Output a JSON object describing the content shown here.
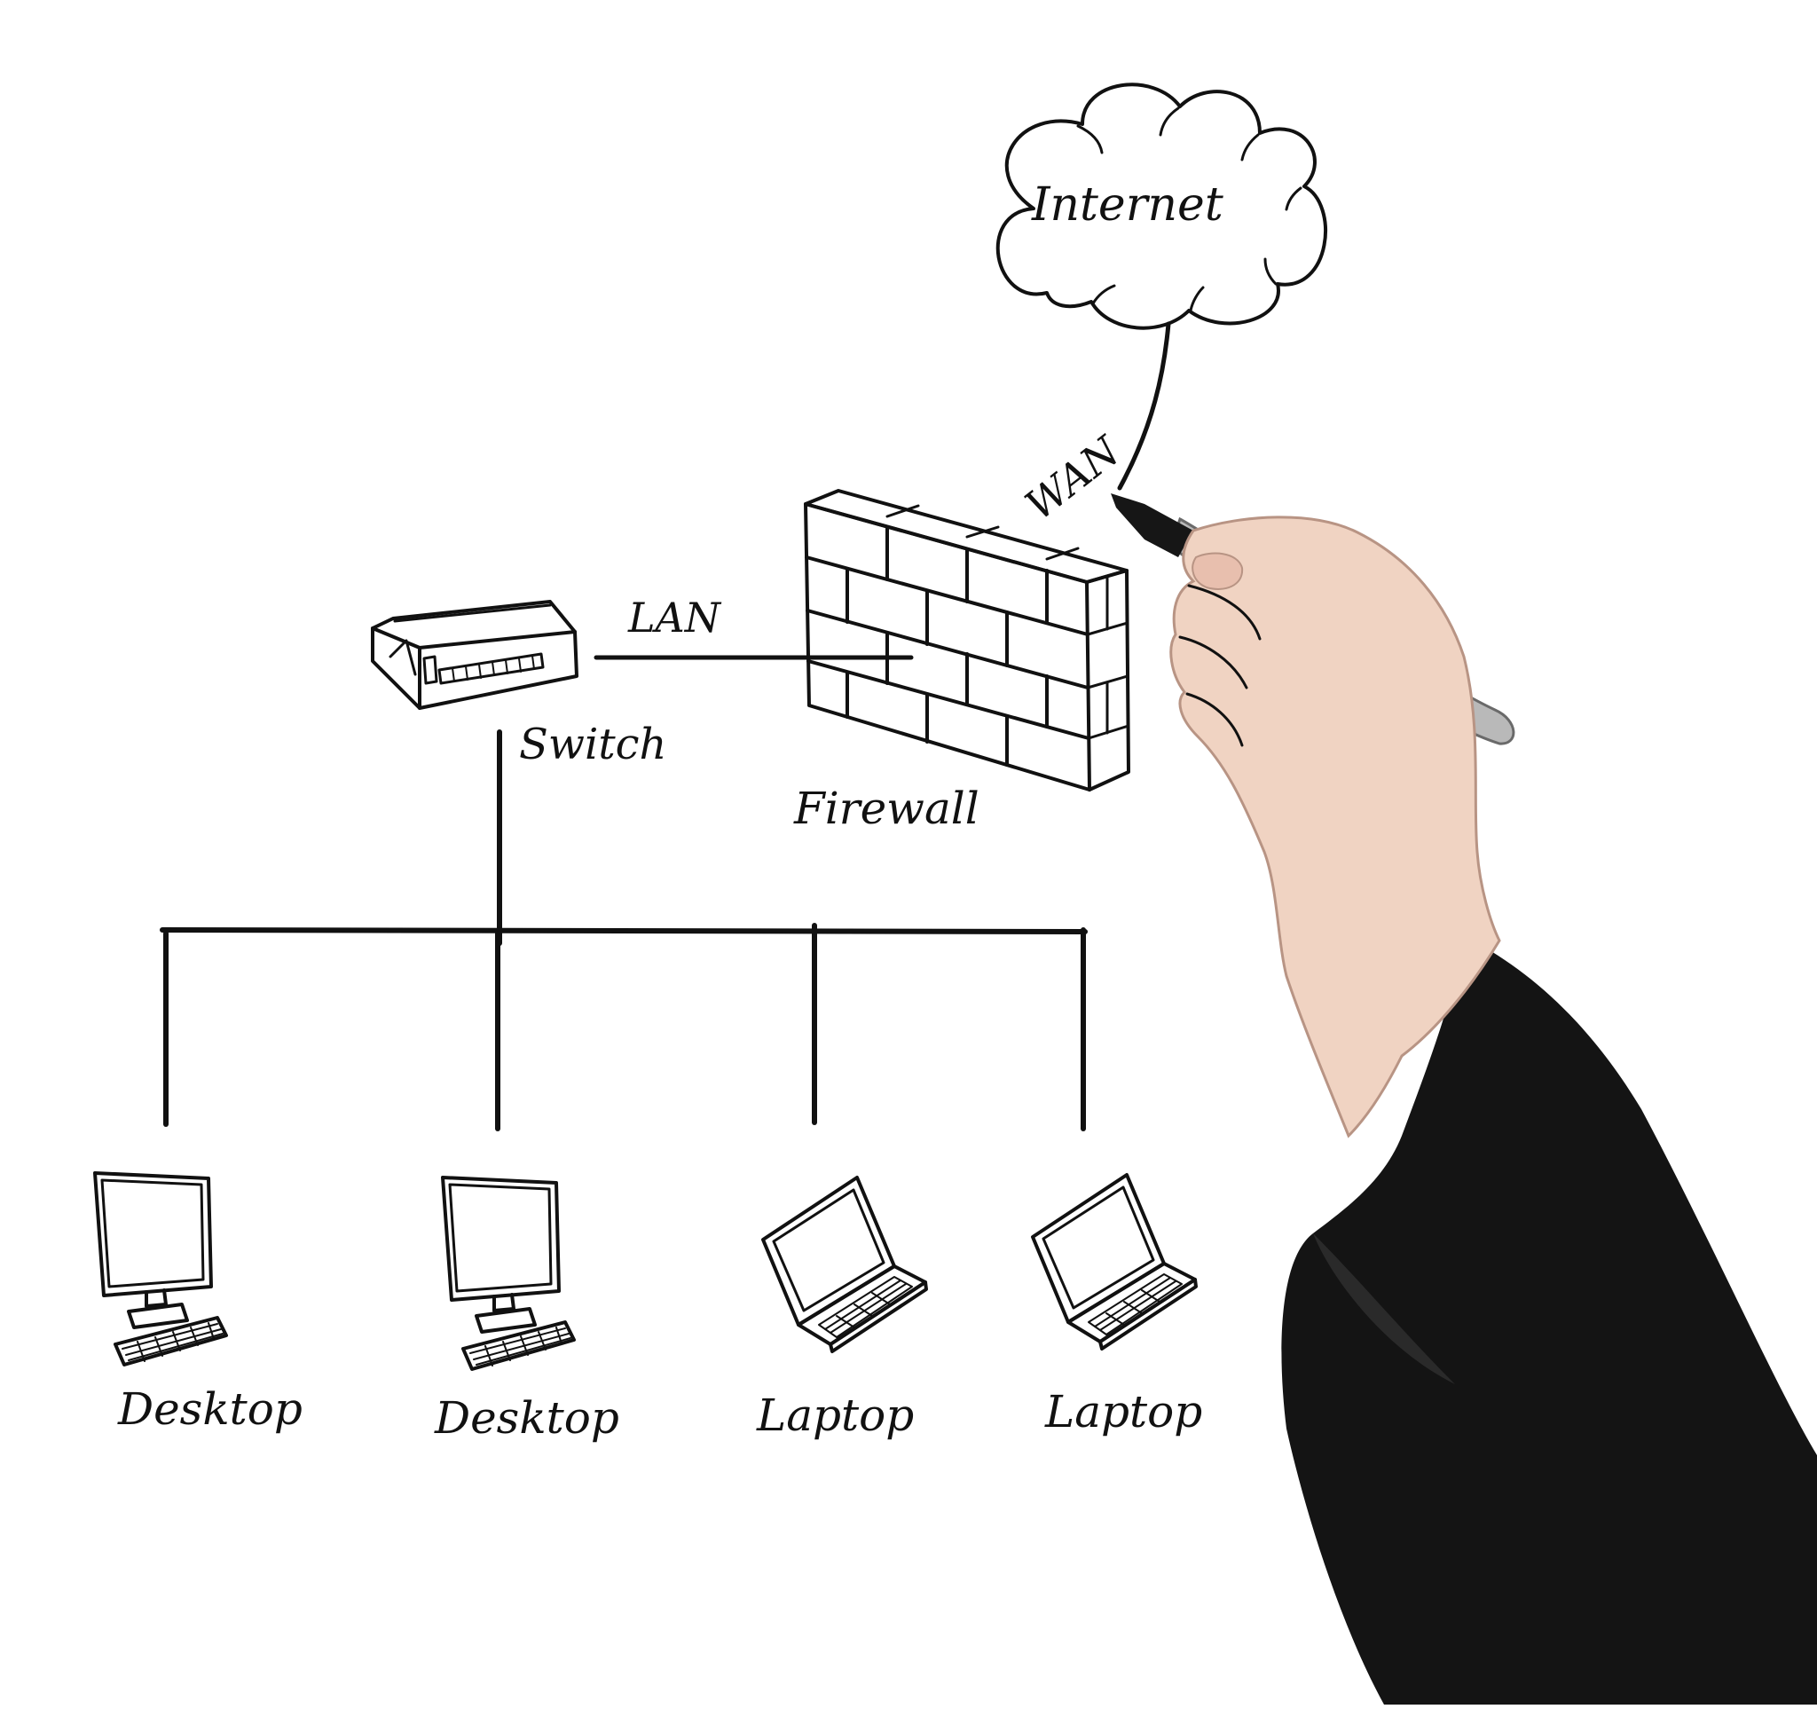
{
  "diagram": {
    "nodes": {
      "internet": "Internet",
      "switch": "Switch",
      "firewall": "Firewall",
      "desktop_1": "Desktop",
      "desktop_2": "Desktop",
      "laptop_1": "Laptop",
      "laptop_2": "Laptop"
    },
    "links": {
      "wan": "WAN",
      "lan": "LAN"
    },
    "edges": [
      [
        "internet",
        "firewall",
        "WAN"
      ],
      [
        "firewall",
        "switch",
        "LAN"
      ],
      [
        "switch",
        "desktop_1"
      ],
      [
        "switch",
        "desktop_2"
      ],
      [
        "switch",
        "laptop_1"
      ],
      [
        "switch",
        "laptop_2"
      ]
    ]
  },
  "colors": {
    "ink": "#111111",
    "background": "#ffffff",
    "sleeve": "#141414",
    "skin": "#f0d3c2",
    "marker_body": "#b9b9b9"
  }
}
